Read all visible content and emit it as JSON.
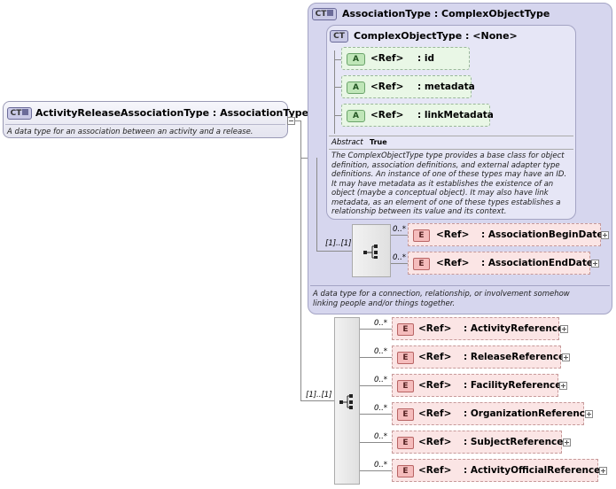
{
  "main": {
    "badge": "CT",
    "title": "ActivityReleaseAssociationType : AssociationType",
    "description": "A data type for an association between an activity and a release."
  },
  "association": {
    "badge": "CT",
    "title": "AssociationType : ComplexObjectType",
    "description": "A data type for a connection, relationship, or involvement somehow linking people and/or things together.",
    "cardinality": "[1]..[1]"
  },
  "complex": {
    "badge": "CT",
    "title": "ComplexObjectType : <None>",
    "attributes": [
      {
        "badge": "A",
        "ref": "<Ref>",
        "name": ": id"
      },
      {
        "badge": "A",
        "ref": "<Ref>",
        "name": ": metadata"
      },
      {
        "badge": "A",
        "ref": "<Ref>",
        "name": ": linkMetadata"
      }
    ],
    "abstract_label": "Abstract",
    "abstract_value": "True",
    "description": "The ComplexObjectType type provides a base class for object definition, association definitions, and external adapter type definitions. An instance of one of these types may have an ID. It may have metadata as it establishes the existence of an object (maybe a conceptual object). It may also have link metadata, as an element of one of these types establishes a relationship between its value and its context."
  },
  "assoc_elements": [
    {
      "badge": "E",
      "ref": "<Ref>",
      "name": ": AssociationBeginDate",
      "cardinality": "0..*"
    },
    {
      "badge": "E",
      "ref": "<Ref>",
      "name": ": AssociationEndDate",
      "cardinality": "0..*"
    }
  ],
  "main_cardinality": "[1]..[1]",
  "main_elements": [
    {
      "badge": "E",
      "ref": "<Ref>",
      "name": ": ActivityReference",
      "cardinality": "0..*"
    },
    {
      "badge": "E",
      "ref": "<Ref>",
      "name": ": ReleaseReference",
      "cardinality": "0..*"
    },
    {
      "badge": "E",
      "ref": "<Ref>",
      "name": ": FacilityReference",
      "cardinality": "0..*"
    },
    {
      "badge": "E",
      "ref": "<Ref>",
      "name": ": OrganizationReference",
      "cardinality": "0..*"
    },
    {
      "badge": "E",
      "ref": "<Ref>",
      "name": ": SubjectReference",
      "cardinality": "0..*"
    },
    {
      "badge": "E",
      "ref": "<Ref>",
      "name": ": ActivityOfficialReference",
      "cardinality": "0..*"
    }
  ]
}
